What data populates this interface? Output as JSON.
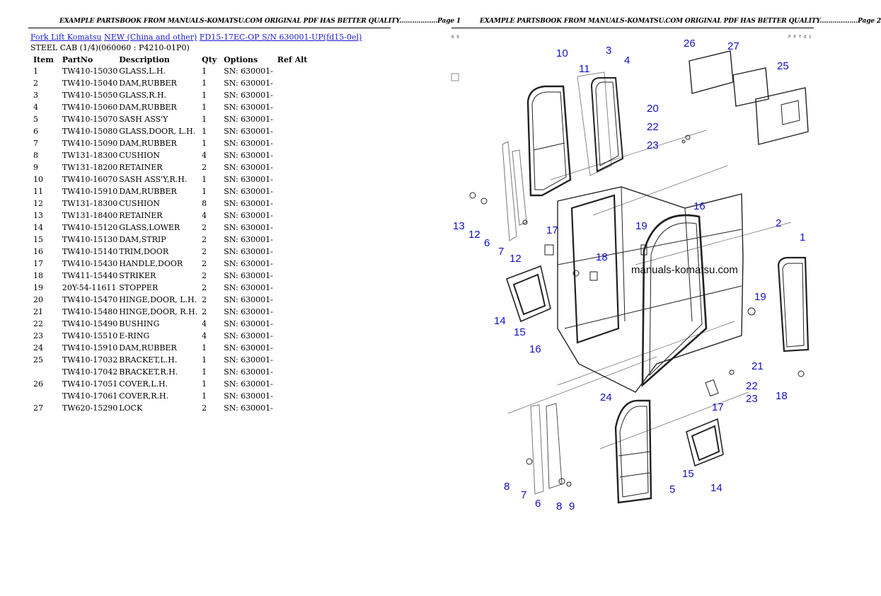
{
  "header": {
    "page1": "EXAMPLE PARTSBOOK FROM MANUALS-KOMATSU.COM ORIGINAL PDF HAS BETTER QUALITY..................Page 1",
    "page2": "EXAMPLE PARTSBOOK FROM MANUALS-KOMATSU.COM ORIGINAL PDF HAS BETTER QUALITY..................Page 2"
  },
  "breadcrumb": {
    "link1": "Fork Lift Komatsu",
    "link2": "NEW (China and other)",
    "link3": "FD15-17EC-OP S/N 630001-UP(fd15-0el)"
  },
  "subtitle": "STEEL CAB (1/4)(060060 : P4210-01P0)",
  "table": {
    "headers": [
      "Item",
      "PartNo",
      "Description",
      "Qty",
      "Options",
      "Ref Alt"
    ],
    "rows": [
      [
        "1",
        "TW410-15030",
        "GLASS,L.H.",
        "1",
        "SN: 630001-",
        ""
      ],
      [
        "2",
        "TW410-15040",
        "DAM,RUBBER",
        "1",
        "SN: 630001-",
        ""
      ],
      [
        "3",
        "TW410-15050",
        "GLASS,R.H.",
        "1",
        "SN: 630001-",
        ""
      ],
      [
        "4",
        "TW410-15060",
        "DAM,RUBBER",
        "1",
        "SN: 630001-",
        ""
      ],
      [
        "5",
        "TW410-15070",
        "SASH ASS'Y",
        "1",
        "SN: 630001-",
        ""
      ],
      [
        "6",
        "TW410-15080",
        "GLASS,DOOR, L.H.",
        "1",
        "SN: 630001-",
        ""
      ],
      [
        "7",
        "TW410-15090",
        "DAM,RUBBER",
        "1",
        "SN: 630001-",
        ""
      ],
      [
        "8",
        "TW131-18300",
        "CUSHION",
        "4",
        "SN: 630001-",
        ""
      ],
      [
        "9",
        "TW131-18200",
        "RETAINER",
        "2",
        "SN: 630001-",
        ""
      ],
      [
        "10",
        "TW410-16070",
        "SASH ASS'Y,R.H.",
        "1",
        "SN: 630001-",
        ""
      ],
      [
        "11",
        "TW410-15910",
        "DAM,RUBBER",
        "1",
        "SN: 630001-",
        ""
      ],
      [
        "12",
        "TW131-18300",
        "CUSHION",
        "8",
        "SN: 630001-",
        ""
      ],
      [
        "13",
        "TW131-18400",
        "RETAINER",
        "4",
        "SN: 630001-",
        ""
      ],
      [
        "14",
        "TW410-15120",
        "GLASS,LOWER",
        "2",
        "SN: 630001-",
        ""
      ],
      [
        "15",
        "TW410-15130",
        "DAM,STRIP",
        "2",
        "SN: 630001-",
        ""
      ],
      [
        "16",
        "TW410-15140",
        "TRIM,DOOR",
        "2",
        "SN: 630001-",
        ""
      ],
      [
        "17",
        "TW410-15430",
        "HANDLE,DOOR",
        "2",
        "SN: 630001-",
        ""
      ],
      [
        "18",
        "TW411-15440",
        "STRIKER",
        "2",
        "SN: 630001-",
        ""
      ],
      [
        "19",
        "20Y-54-11611",
        "STOPPER",
        "2",
        "SN: 630001-",
        ""
      ],
      [
        "20",
        "TW410-15470",
        "HINGE,DOOR, L.H.",
        "2",
        "SN: 630001-",
        ""
      ],
      [
        "21",
        "TW410-15480",
        "HINGE,DOOR, R.H.",
        "2",
        "SN: 630001-",
        ""
      ],
      [
        "22",
        "TW410-15490",
        "BUSHING",
        "4",
        "SN: 630001-",
        ""
      ],
      [
        "23",
        "TW410-15510",
        "E-RING",
        "4",
        "SN: 630001-",
        ""
      ],
      [
        "24",
        "TW410-15910",
        "DAM,RUBBER",
        "1",
        "SN: 630001-",
        ""
      ],
      [
        "25",
        "TW410-17032",
        "BRACKET,L.H.",
        "1",
        "SN: 630001-",
        ""
      ],
      [
        "",
        "TW410-17042",
        "BRACKET,R.H.",
        "1",
        "SN: 630001-",
        ""
      ],
      [
        "26",
        "TW410-17051",
        "COVER,L.H.",
        "1",
        "SN: 630001-",
        ""
      ],
      [
        "",
        "TW410-17061",
        "COVER,R.H.",
        "1",
        "SN: 630001-",
        ""
      ],
      [
        "27",
        "TW620-15290",
        "LOCK",
        "2",
        "SN: 630001-",
        ""
      ]
    ]
  },
  "diagram": {
    "watermark": "manuals-komatsu.com",
    "corner_left": "6 9",
    "corner_right": "P P f d 1",
    "callouts": [
      "10",
      "3",
      "4",
      "11",
      "26",
      "27",
      "25",
      "20",
      "22",
      "23",
      "16",
      "2",
      "1",
      "13",
      "12",
      "6",
      "7",
      "12",
      "17",
      "19",
      "18",
      "14",
      "15",
      "16",
      "19",
      "21",
      "22",
      "23",
      "18",
      "24",
      "17",
      "15",
      "14",
      "5",
      "8",
      "7",
      "6",
      "8",
      "9"
    ]
  },
  "colors": {
    "link": "#1a1ad6",
    "callout": "#1010c8"
  }
}
